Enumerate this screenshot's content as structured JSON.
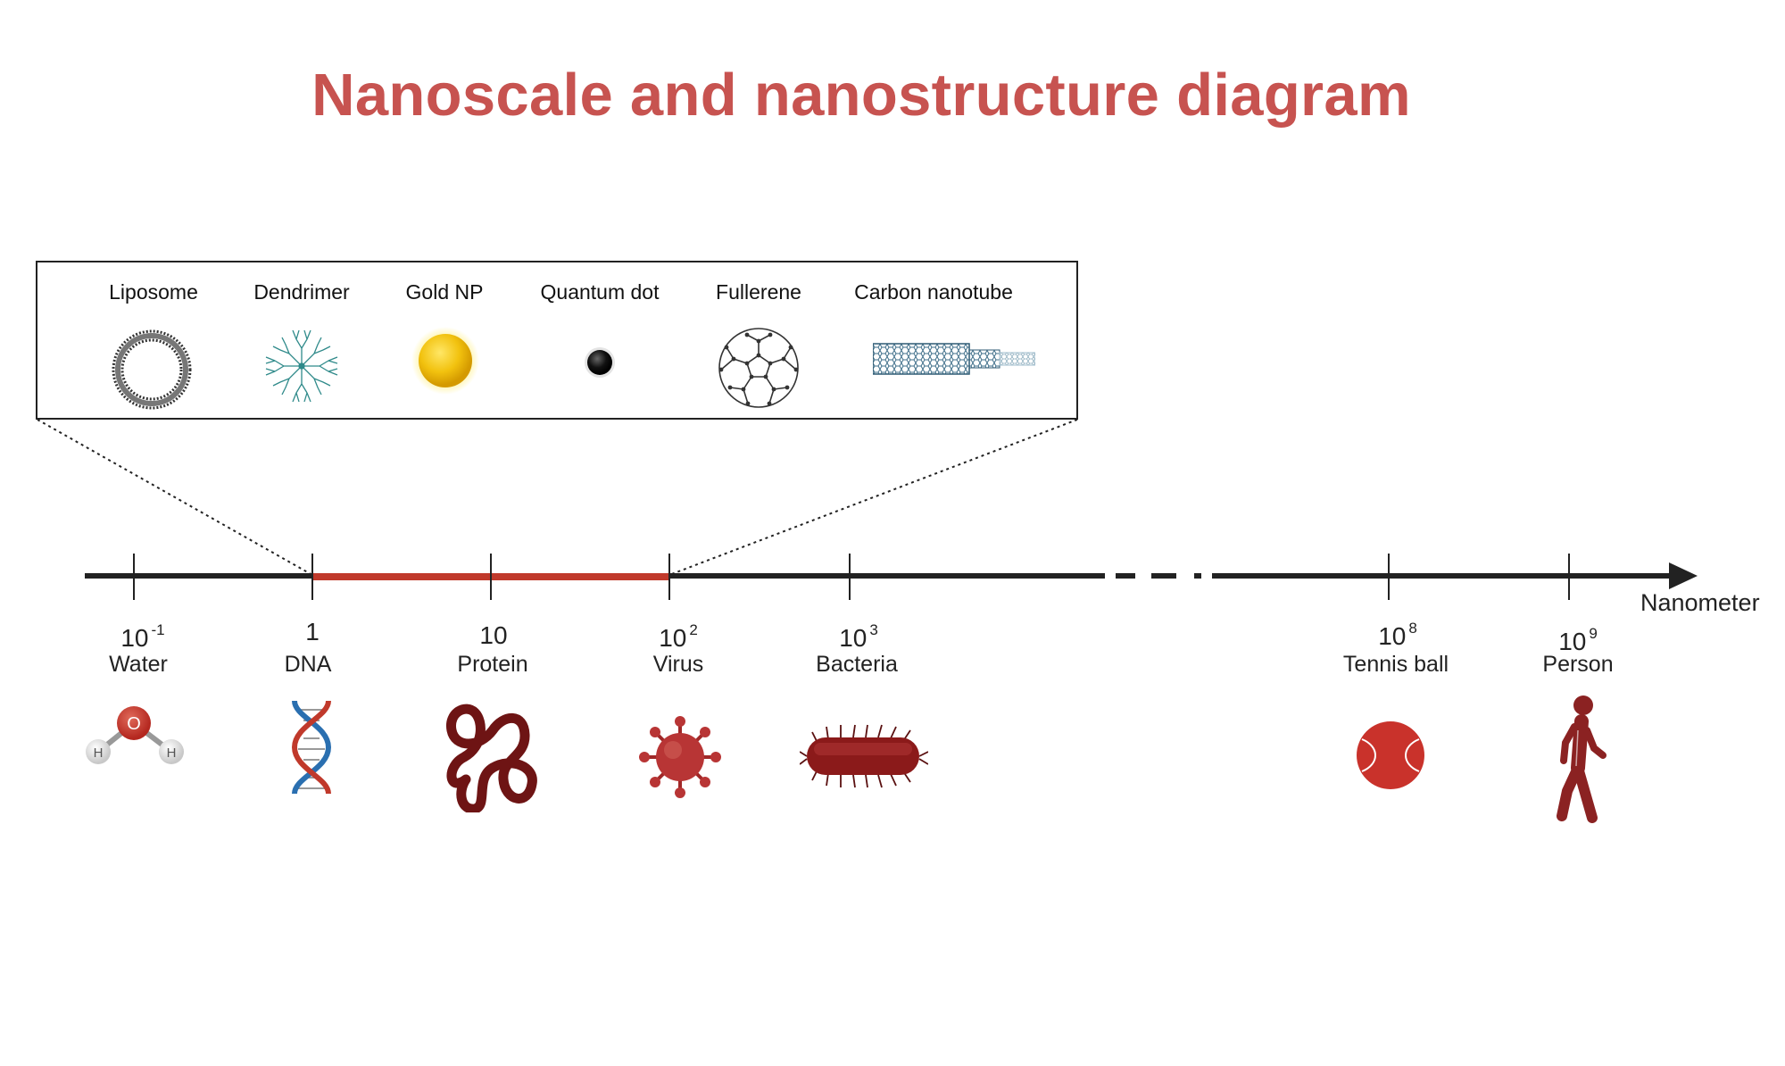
{
  "title": "Nanoscale and nanostructure diagram",
  "nanostructures": [
    {
      "label": "Liposome",
      "icon": "liposome-icon"
    },
    {
      "label": "Dendrimer",
      "icon": "dendrimer-icon"
    },
    {
      "label": "Gold NP",
      "icon": "gold-nanoparticle-icon"
    },
    {
      "label": "Quantum dot",
      "icon": "quantum-dot-icon"
    },
    {
      "label": "Fullerene",
      "icon": "fullerene-icon"
    },
    {
      "label": "Carbon nanotube",
      "icon": "carbon-nanotube-icon"
    }
  ],
  "axis": {
    "unit_label": "Nanometer",
    "ticks": [
      {
        "base": "10",
        "exp": "-1"
      },
      {
        "base": "1",
        "exp": ""
      },
      {
        "base": "10",
        "exp": ""
      },
      {
        "base": "10",
        "exp": "2"
      },
      {
        "base": "10",
        "exp": "3"
      },
      {
        "base": "10",
        "exp": "8"
      },
      {
        "base": "10",
        "exp": "9"
      }
    ],
    "nanoscale_range": [
      "1",
      "10 2"
    ]
  },
  "objects": [
    {
      "label": "Water",
      "icon": "water-molecule-icon",
      "atoms": {
        "center": "O",
        "left": "H",
        "right": "H"
      }
    },
    {
      "label": "DNA",
      "icon": "dna-icon"
    },
    {
      "label": "Protein",
      "icon": "protein-icon"
    },
    {
      "label": "Virus",
      "icon": "virus-icon"
    },
    {
      "label": "Bacteria",
      "icon": "bacteria-icon"
    },
    {
      "label": "Tennis ball",
      "icon": "tennis-ball-icon"
    },
    {
      "label": "Person",
      "icon": "person-icon"
    }
  ],
  "colors": {
    "title": "#c75350",
    "highlight": "#c0392b",
    "axis": "#222222",
    "dark_red": "#8b2222",
    "gold": "#f2c20f"
  }
}
